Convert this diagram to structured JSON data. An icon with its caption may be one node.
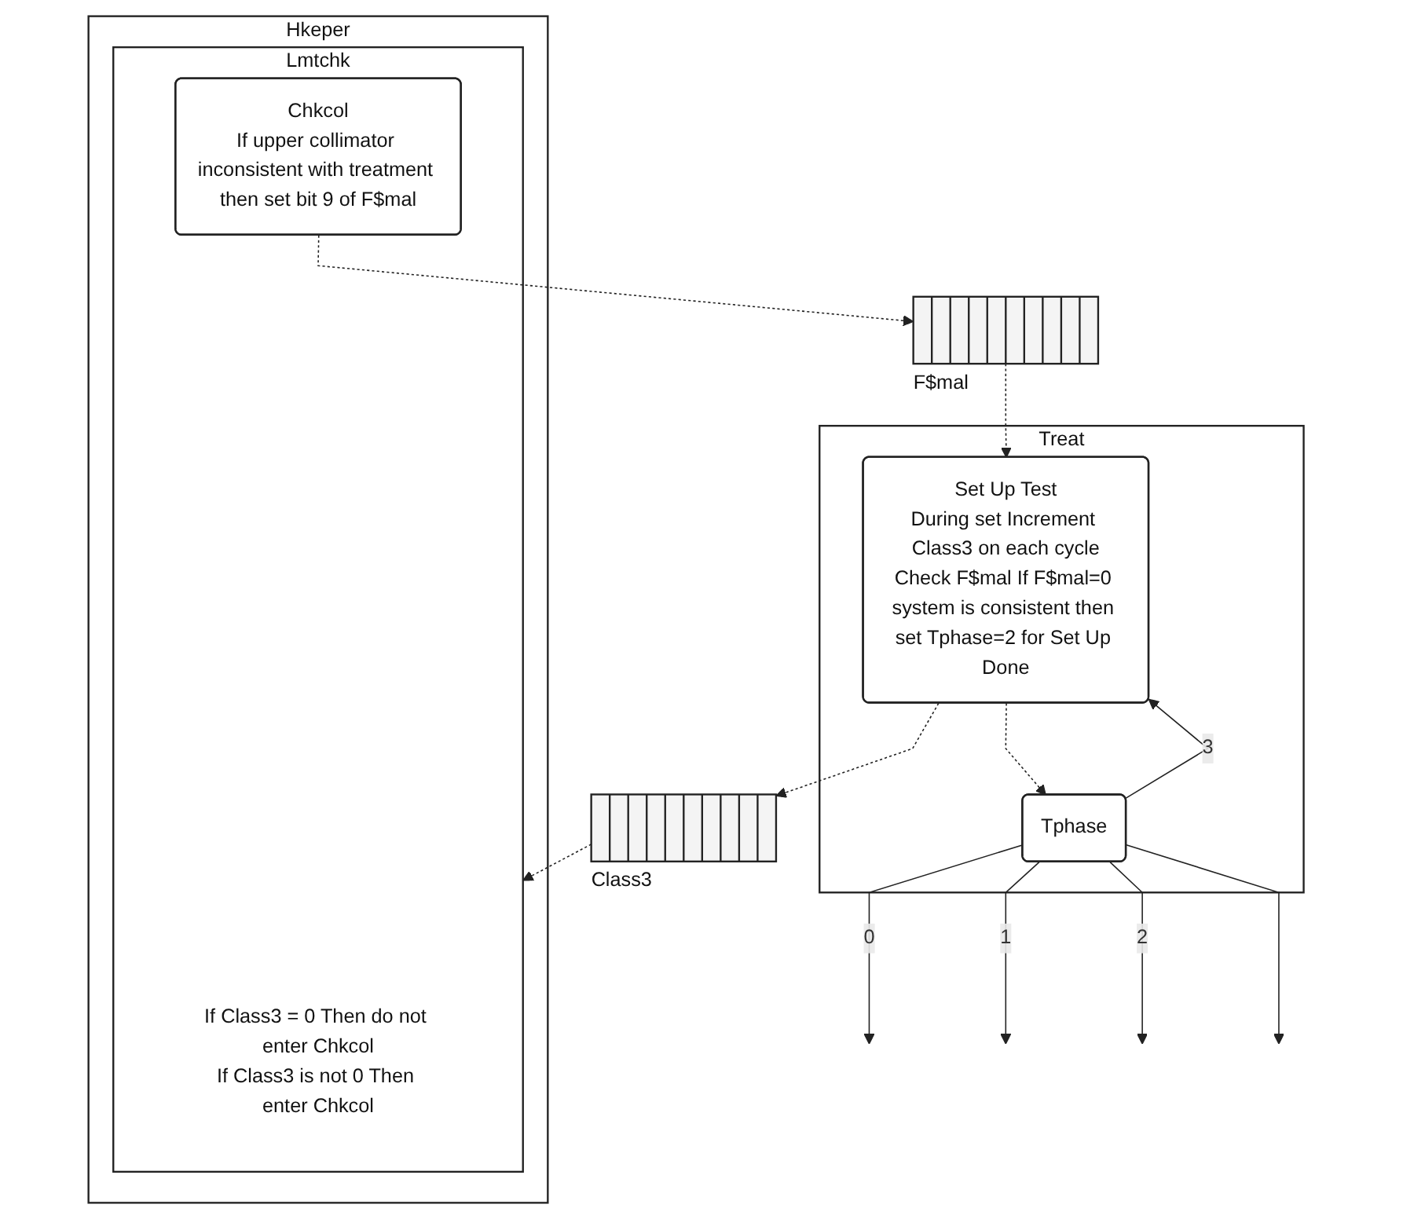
{
  "diagram": {
    "nodes": [
      {
        "text": [
          "Hkeper"
        ]
      },
      {
        "text": [
          "Lmtchk",
          "If Class3 = 0 Then do not enter Chkcol",
          "If Class3 is not 0 Then enter Chkcol"
        ],
        "in": 0
      },
      {
        "text": [
          "Chkcol",
          "If upper collimator inconsistent with treatment then set bit 9 of F$mal"
        ],
        "in": 1
      },
      {
        "text": [
          "Treat"
        ]
      },
      {
        "text": [
          "Tphase"
        ],
        "in": 3
      },
      {
        "text": [
          "Set Up Test",
          "During set Increment Class3 on each cycle",
          "Check F$mal If F$mal=0 system is consistent then set Tphase=2 for Set Up Done"
        ],
        "in": 3
      },
      {
        "text": [],
        "shape": "bar",
        "beside": [
          "F$mal"
        ]
      },
      {
        "text": [],
        "shape": "bar",
        "beside": [
          "Class3"
        ]
      }
    ],
    "edges": [
      {
        "from": 4,
        "to": null,
        "arrow": "to",
        "label": "0"
      },
      {
        "from": 4,
        "to": null,
        "arrow": "to",
        "label": "1"
      },
      {
        "from": 4,
        "to": null,
        "arrow": "to",
        "label": "2"
      },
      {
        "from": 4,
        "to": null,
        "arrow": "to"
      },
      {
        "from": 4,
        "to": 5,
        "arrow": "to",
        "label": "3"
      },
      {
        "from": 2,
        "to": 6,
        "arrow": "to",
        "style": "dashed"
      },
      {
        "from": 6,
        "to": 5,
        "arrow": "to",
        "style": "dashed"
      },
      {
        "from": 5,
        "to": 7,
        "arrow": "to",
        "style": "dashed"
      },
      {
        "from": 7,
        "to": 1,
        "arrow": "to",
        "style": "dashed"
      },
      {
        "from": 5,
        "to": 4,
        "arrow": "to",
        "style": "dashed"
      }
    ]
  }
}
